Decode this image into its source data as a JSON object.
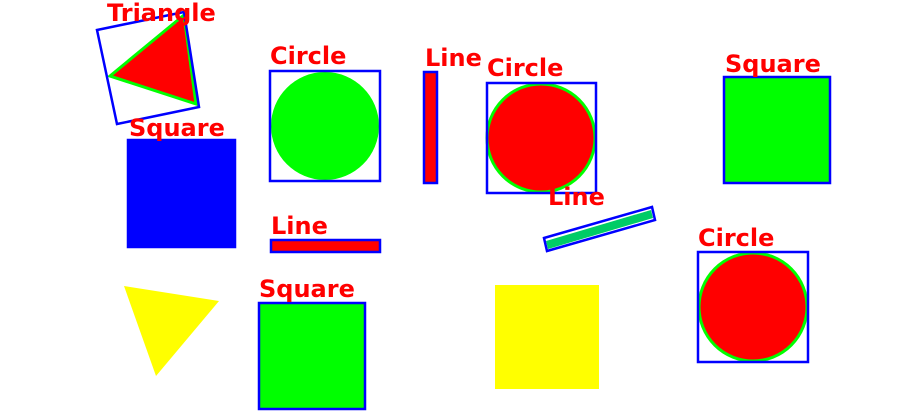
{
  "colors": {
    "background": "#ffffff",
    "label": "#ff0000",
    "bbox": "#0000ff",
    "red": "#ff0000",
    "green": "#00ff00",
    "blue": "#0000ff",
    "yellow": "#ffff00"
  },
  "shapes": [
    {
      "id": "triangle-1",
      "type": "triangle",
      "fill": "red",
      "outline": "green",
      "boxed": true,
      "label": "Triangle"
    },
    {
      "id": "circle-1",
      "type": "circle",
      "fill": "green",
      "boxed": true,
      "label": "Circle"
    },
    {
      "id": "line-1",
      "type": "line",
      "fill": "red",
      "boxed": true,
      "label": "Line"
    },
    {
      "id": "circle-2",
      "type": "circle",
      "fill": "red",
      "outline": "green",
      "boxed": true,
      "label": "Circle"
    },
    {
      "id": "square-1",
      "type": "square",
      "fill": "green",
      "boxed": true,
      "label": "Square"
    },
    {
      "id": "square-2",
      "type": "square",
      "fill": "blue",
      "boxed": true,
      "label": "Square"
    },
    {
      "id": "line-2",
      "type": "line",
      "fill": "red",
      "boxed": true,
      "label": "Line"
    },
    {
      "id": "line-3",
      "type": "line",
      "fill": "green",
      "boxed": true,
      "label": "Line"
    },
    {
      "id": "circle-3",
      "type": "circle",
      "fill": "red",
      "outline": "green",
      "boxed": true,
      "label": "Circle"
    },
    {
      "id": "triangle-2",
      "type": "triangle",
      "fill": "yellow",
      "boxed": false,
      "label": ""
    },
    {
      "id": "square-3",
      "type": "square",
      "fill": "green",
      "boxed": true,
      "label": "Square"
    },
    {
      "id": "square-4",
      "type": "square",
      "fill": "yellow",
      "boxed": false,
      "label": ""
    }
  ]
}
